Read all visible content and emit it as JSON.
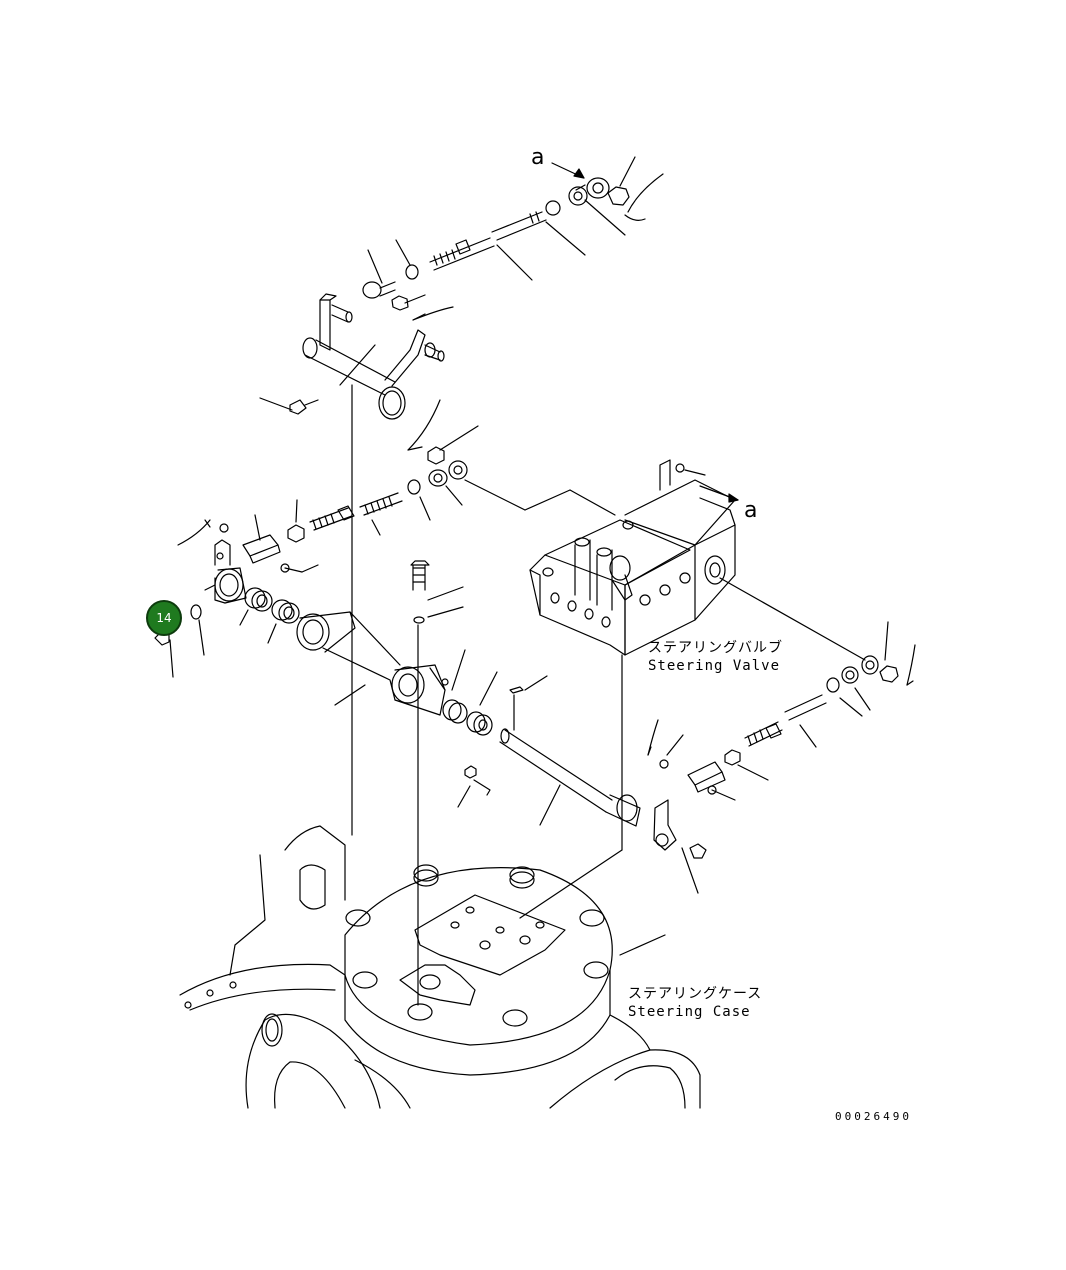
{
  "labels": {
    "steering_valve_jp": "ステアリングバルブ",
    "steering_valve_en": "Steering Valve",
    "steering_case_jp": "ステアリングケース",
    "steering_case_en": "Steering Case",
    "ref_a_top": "a",
    "ref_a_right": "a",
    "doc_number": "00026490"
  },
  "callouts": [
    {
      "number": "14",
      "color": "#1f7a1f"
    }
  ]
}
